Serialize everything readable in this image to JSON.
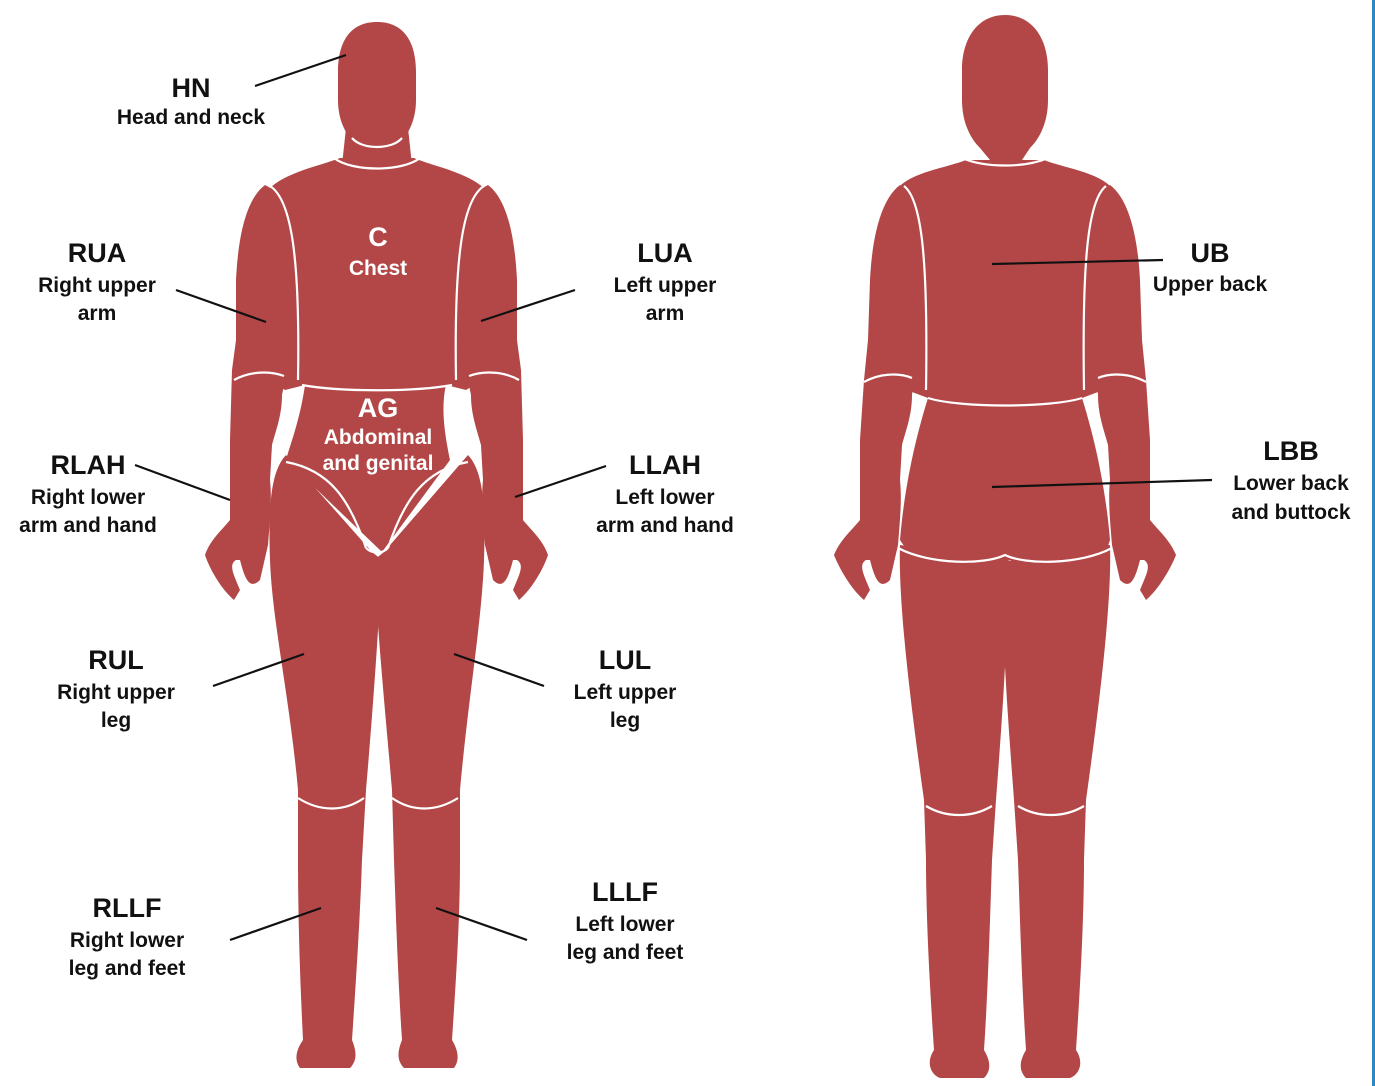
{
  "colors": {
    "body_fill": "#b34747",
    "seam": "#ffffff",
    "label_text": "#111111",
    "edge_accent": "#2e86c1"
  },
  "front_view": {
    "labels": {
      "hn": {
        "code": "HN",
        "desc": [
          "Head and neck"
        ]
      },
      "c": {
        "code": "C",
        "desc": [
          "Chest"
        ]
      },
      "ag": {
        "code": "AG",
        "desc": [
          "Abdominal",
          "and genital"
        ]
      },
      "rua": {
        "code": "RUA",
        "desc": [
          "Right upper",
          "arm"
        ]
      },
      "lua": {
        "code": "LUA",
        "desc": [
          "Left upper",
          "arm"
        ]
      },
      "rlah": {
        "code": "RLAH",
        "desc": [
          "Right lower",
          "arm and hand"
        ]
      },
      "llah": {
        "code": "LLAH",
        "desc": [
          "Left lower",
          "arm and hand"
        ]
      },
      "rul": {
        "code": "RUL",
        "desc": [
          "Right upper",
          "leg"
        ]
      },
      "lul": {
        "code": "LUL",
        "desc": [
          "Left upper",
          "leg"
        ]
      },
      "rllf": {
        "code": "RLLF",
        "desc": [
          "Right lower",
          "leg and feet"
        ]
      },
      "lllf": {
        "code": "LLLF",
        "desc": [
          "Left lower",
          "leg and feet"
        ]
      }
    }
  },
  "back_view": {
    "labels": {
      "ub": {
        "code": "UB",
        "desc": [
          "Upper back"
        ]
      },
      "lbb": {
        "code": "LBB",
        "desc": [
          "Lower back",
          "and buttock"
        ]
      }
    }
  }
}
